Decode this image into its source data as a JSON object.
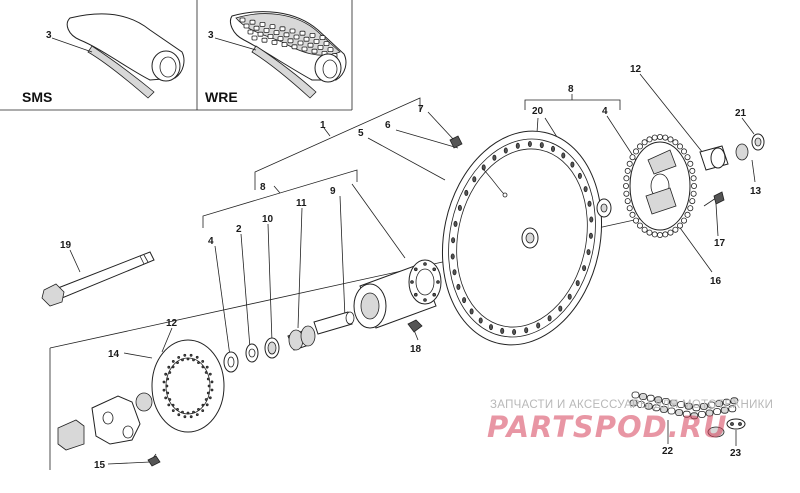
{
  "variants": {
    "left": "SMS",
    "right": "WRE"
  },
  "callouts": [
    "1",
    "2",
    "3",
    "3",
    "4",
    "4",
    "5",
    "6",
    "7",
    "8",
    "8",
    "9",
    "10",
    "11",
    "12",
    "12",
    "13",
    "14",
    "15",
    "16",
    "17",
    "18",
    "19",
    "20",
    "21",
    "22",
    "23"
  ],
  "watermark": {
    "tagline": "ЗАПЧАСТИ И АКСЕССУАРЫ ДЛЯ МОТОТЕХНИКИ",
    "logo": "PARTSPOD.RU"
  },
  "colors": {
    "ink": "#222222",
    "shading": "#d8d8d8",
    "watermark_red": "#d6405a",
    "watermark_gray": "#b8b8b8"
  }
}
